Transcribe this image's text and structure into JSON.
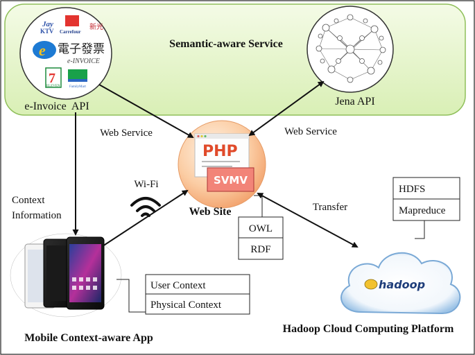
{
  "semantic_service": {
    "title": "Semantic-aware Service"
  },
  "einvoice": {
    "label": "e-Invoice  API",
    "logo_text": {
      "jay": "Jay",
      "ktv": "KTV",
      "carrefour": "Carrefour",
      "xinguang": "新光",
      "chinese": "電子發票",
      "einvoice": "e-INVOICE",
      "seven": "7",
      "eleven": "ELEVEN",
      "family": "FamilyMart"
    }
  },
  "jena": {
    "label": "Jena API"
  },
  "website": {
    "label": "Web Site",
    "php": "PHP",
    "svmv": "SVMV",
    "formats": [
      "OWL",
      "RDF"
    ]
  },
  "links": {
    "web_service_left": "Web Service",
    "web_service_right": "Web Service",
    "wifi": "Wi-Fi",
    "context_info_line1": "Context",
    "context_info_line2": "Information",
    "transfer": "Transfer"
  },
  "mobile": {
    "label": "Mobile Context-aware App",
    "contexts": [
      "User Context",
      "Physical Context"
    ]
  },
  "hadoop": {
    "label": "Hadoop Cloud Computing Platform",
    "logo": "hadoop",
    "components": [
      "HDFS",
      "Mapreduce"
    ]
  },
  "colors": {
    "semantic_bg": "#e4f5c8",
    "semantic_border": "#8fbf5a",
    "website_orb": "#f7b88a",
    "cloud_edge": "#7aa9d6",
    "arrow": "#111111"
  }
}
